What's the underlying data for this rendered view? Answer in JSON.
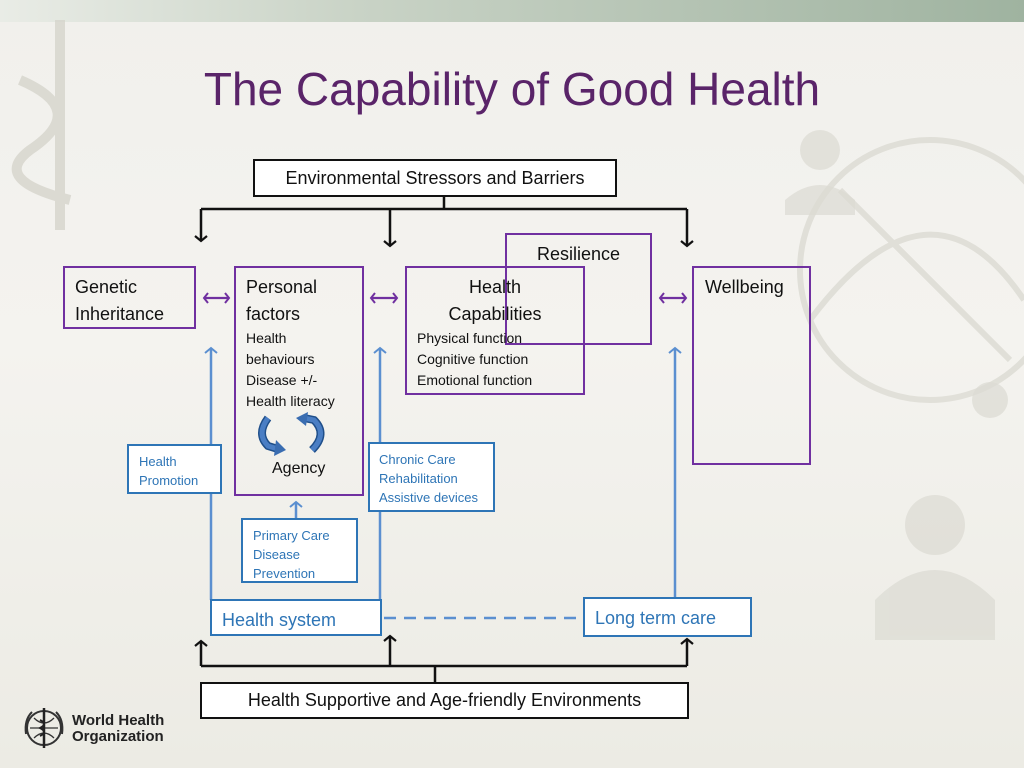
{
  "title": "The Capability of Good Health",
  "environmental_stressors": "Environmental Stressors and Barriers",
  "supportive_environments": "Health Supportive and Age-friendly Environments",
  "genetic": {
    "line1": "Genetic",
    "line2": "Inheritance"
  },
  "personal": {
    "line1": "Personal",
    "line2": "factors",
    "items": [
      "Health",
      "behaviours",
      "Disease +/-",
      "Health literacy"
    ],
    "agency": "Agency"
  },
  "capabilities": {
    "line1": "Health",
    "line2": "Capabilities",
    "items": [
      "Physical function",
      "Cognitive function",
      "Emotional function"
    ]
  },
  "resilience": "Resilience",
  "wellbeing": "Wellbeing",
  "health_promotion": [
    "Health",
    "Promotion"
  ],
  "primary_care": [
    "Primary Care",
    "Disease",
    "Prevention"
  ],
  "chronic_care": [
    "Chronic Care",
    "Rehabilitation",
    "Assistive devices"
  ],
  "health_system": "Health system",
  "long_term_care": "Long term care",
  "who": {
    "line1": "World Health",
    "line2": "Organization"
  },
  "colors": {
    "title": "#5a2469",
    "purple": "#7030a0",
    "blue": "#2e75b6",
    "black": "#111111"
  },
  "icons": [
    "cycle-arrows-icon",
    "who-emblem-icon"
  ]
}
